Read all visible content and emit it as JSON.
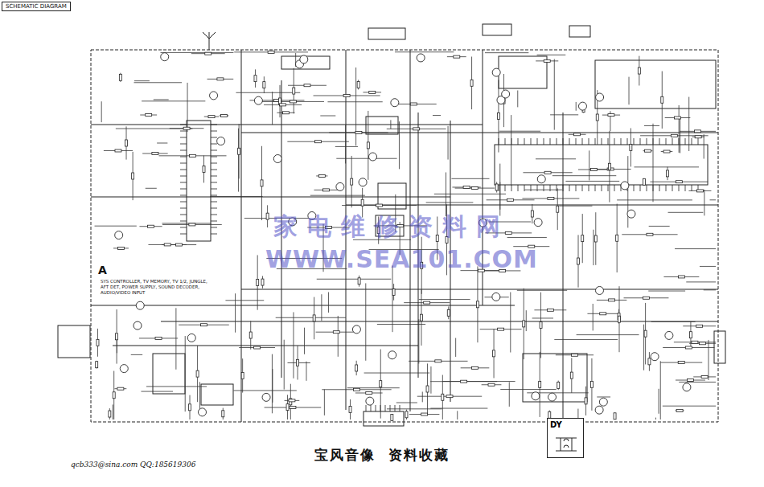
{
  "diagram": {
    "title": "SCHEMATIC DIAGRAM",
    "caption": "宝风音像  资料收藏",
    "nodes": [
      {
        "text": [
          "DY"
        ]
      }
    ],
    "labels": [
      "A",
      "SYS CONTROLLER, TV MEMORY, TV 1/2, JUNGLE, AFT DET, POWER SUPPLY, SOUND DECODER, AUDIO/VIDEO INPUT",
      "家电维修资料网",
      "WWW.SEA101.COM",
      "qcb333@sina.com QQ:185619306"
    ]
  }
}
